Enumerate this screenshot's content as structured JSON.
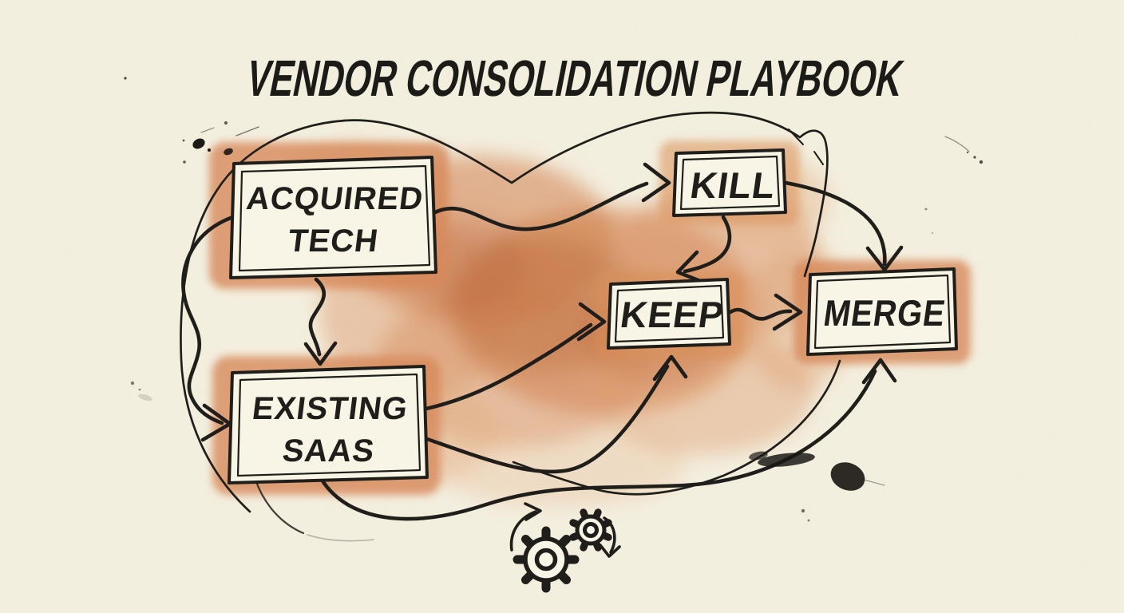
{
  "title": "VENDOR CONSOLIDATION PLAYBOOK",
  "nodes": {
    "acquired_tech": {
      "line1": "ACQUIRED",
      "line2": "TECH"
    },
    "existing_saas": {
      "line1": "EXISTING",
      "line2": "SAAS"
    },
    "kill": {
      "label": "KILL"
    },
    "keep": {
      "label": "KEEP"
    },
    "merge": {
      "label": "MERGE"
    }
  },
  "edges": [
    {
      "from": "ACQUIRED TECH",
      "to": "KILL"
    },
    {
      "from": "ACQUIRED TECH",
      "to": "EXISTING SAAS",
      "route": "down"
    },
    {
      "from": "ACQUIRED TECH",
      "to": "EXISTING SAAS",
      "route": "left-loop"
    },
    {
      "from": "KILL",
      "to": "KEEP"
    },
    {
      "from": "KILL",
      "to": "MERGE"
    },
    {
      "from": "EXISTING SAAS",
      "to": "KEEP",
      "route": "direct"
    },
    {
      "from": "EXISTING SAAS",
      "to": "KEEP",
      "route": "under"
    },
    {
      "from": "EXISTING SAAS",
      "to": "MERGE",
      "route": "under"
    },
    {
      "from": "KEEP",
      "to": "MERGE"
    }
  ],
  "icons": [
    {
      "name": "gears-cycle-icon"
    }
  ],
  "colors": {
    "paper": "#f7f3e3",
    "ink": "#201e1a",
    "wash_mid": "#d5834f",
    "wash_dark": "#bc6334",
    "wash_light": "#e9b68e"
  }
}
